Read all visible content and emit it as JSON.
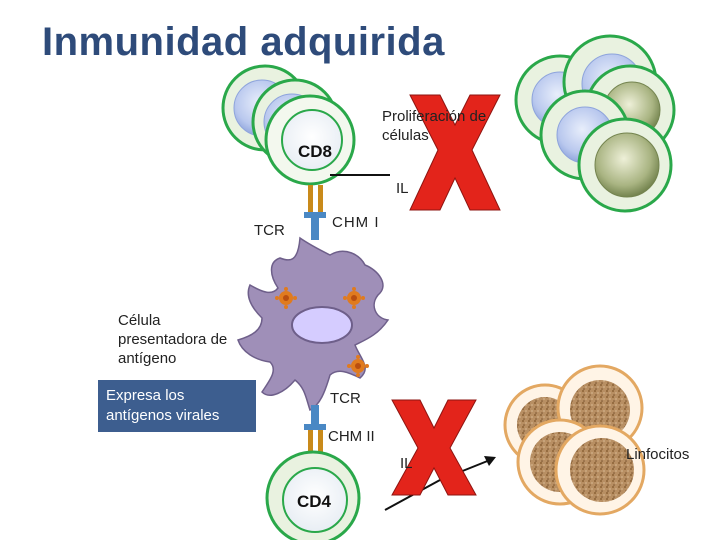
{
  "title": "Inmunidad adquirida",
  "labels": {
    "proliferacion": "Proliferación de células",
    "il_top": "IL",
    "il_bottom": "IL",
    "tcr_top": "TCR",
    "chm1": "CHM I",
    "tcr_bottom": "TCR",
    "chm2": "CHM II",
    "apc": "Célula presentadora de antígeno",
    "expresa": "Expresa los antígenos virales",
    "cd8": "CD8",
    "cd4": "CD4",
    "linfocitos": "Linfocitos"
  },
  "colors": {
    "title": "#2e4b7a",
    "cross": "#e3241b",
    "apc_box": "#3d5e8f",
    "apc_cell": "#9f8fb8",
    "cell_ring": "#2aa84a",
    "receptor": "#4a88c4",
    "antigen": "#e07b1f"
  }
}
